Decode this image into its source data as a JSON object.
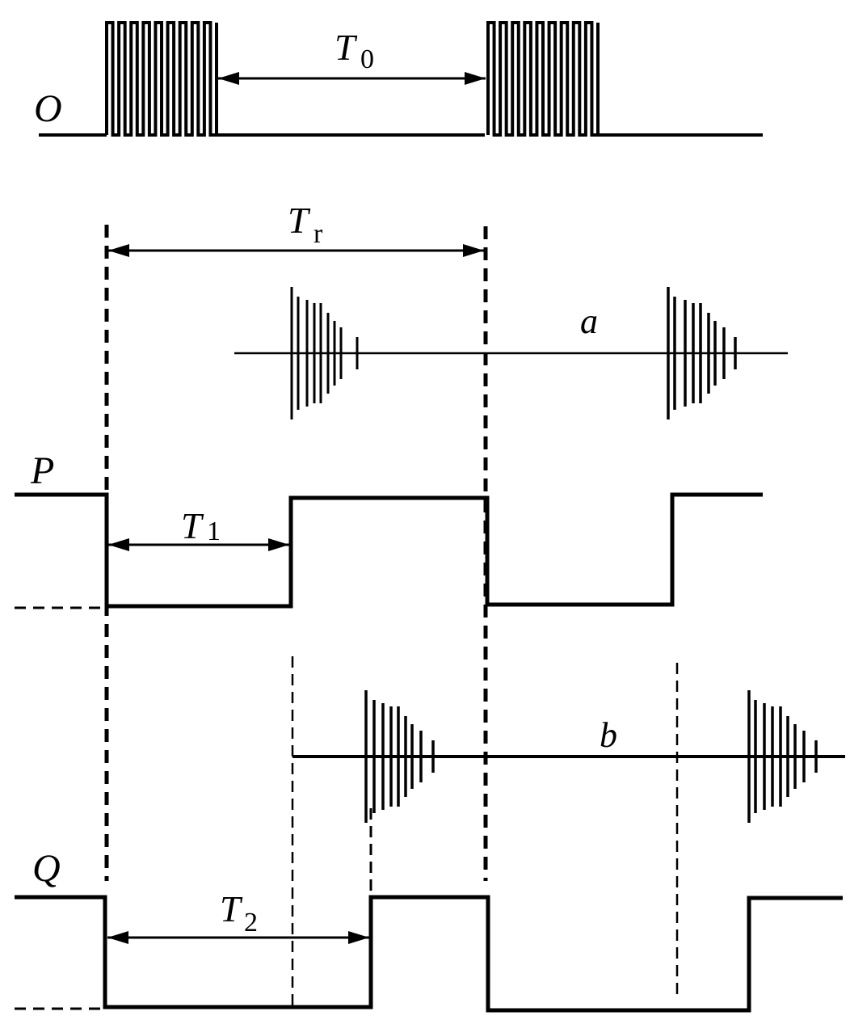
{
  "figure": {
    "background": "#ffffff",
    "ink": "#000000",
    "signals": {
      "O": {
        "label": "O",
        "description": "burst pulse train"
      },
      "P": {
        "label": "P",
        "description": "gate signal P"
      },
      "Q": {
        "label": "Q",
        "description": "gate signal Q"
      },
      "a": {
        "label": "a",
        "description": "echo trace a"
      },
      "b": {
        "label": "b",
        "description": "echo trace b"
      }
    },
    "intervals": {
      "T0": {
        "main": "T",
        "sub": "0",
        "description": "interval between bursts"
      },
      "Tr": {
        "main": "T",
        "sub": "r",
        "description": "repetition period"
      },
      "T1": {
        "main": "T",
        "sub": "1",
        "description": "low duration of P"
      },
      "T2": {
        "main": "T",
        "sub": "2",
        "description": "low duration of Q"
      }
    },
    "burst_cycles": 9,
    "echo_lines": 9
  }
}
